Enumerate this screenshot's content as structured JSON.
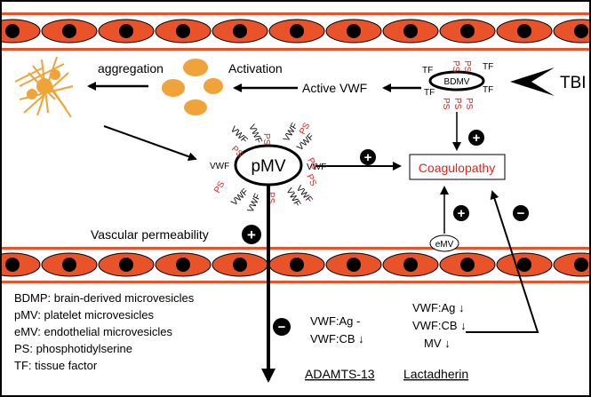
{
  "labels": {
    "tbi": "TBI",
    "bdmv": "BDMV",
    "pmv": "pMV",
    "emv": "eMV",
    "aggregation": "aggregation",
    "activation": "Activation",
    "active_vwf": "Active VWF",
    "coagulopathy": "Coagulopathy",
    "vascular_permeability": "Vascular permeability",
    "tf": "TF",
    "ps": "PS",
    "vwf": "VWF",
    "plus": "+",
    "minus": "−"
  },
  "legend": [
    "BDMP: brain-derived microvesicles",
    "pMV: platelet microvesicles",
    "eMV: endothelial microvesicles",
    "PS: phosphotidylserine",
    "TF: tissue factor"
  ],
  "adamts": {
    "rows": [
      "VWF:Ag  -",
      "VWF:CB ↓"
    ],
    "label": "ADAMTS-13"
  },
  "lactadherin": {
    "rows": [
      "VWF:Ag ↓",
      "VWF:CB ↓",
      "MV ↓"
    ],
    "label": "Lactadherin"
  },
  "colors": {
    "cell": "#e8532a",
    "nucleus": "#000000",
    "platelet": "#f0a338",
    "red_text": "#e3251d"
  }
}
